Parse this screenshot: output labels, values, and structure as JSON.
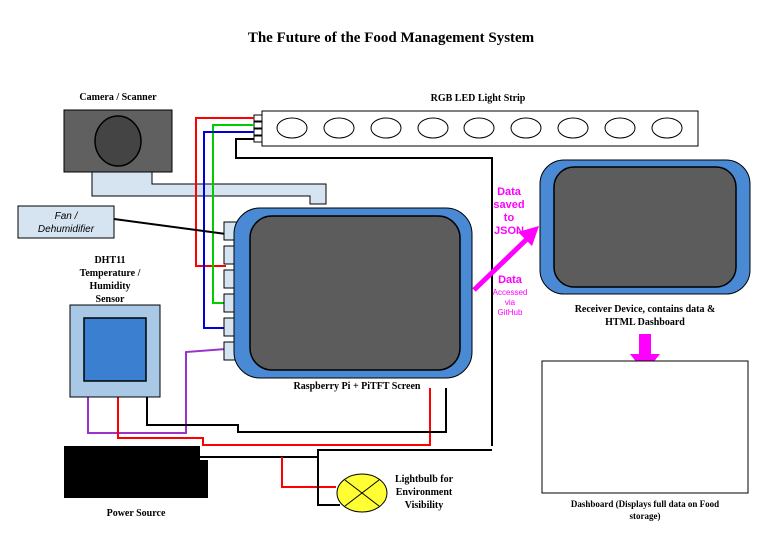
{
  "title": "The Future of the Food Management System",
  "labels": {
    "camera": "Camera / Scanner",
    "led_strip": "RGB LED Light Strip",
    "fan_line1": "Fan /",
    "fan_line2": "Dehumidifier",
    "dht_line1": "DHT11",
    "dht_line2": "Temperature /",
    "dht_line3": "Humidity",
    "dht_line4": "Sensor",
    "pi": "Raspberry Pi + PiTFT Screen",
    "receiver_line1": "Receiver Device, contains data &",
    "receiver_line2": "HTML Dashboard",
    "power": "Power Source",
    "bulb_line1": "Lightbulb for",
    "bulb_line2": "Environment",
    "bulb_line3": "Visibility",
    "dashboard_line1": "Dashboard (Displays full data on Food",
    "dashboard_line2": "storage)"
  },
  "annotations": {
    "saved_line1": "Data",
    "saved_line2": "saved",
    "saved_line3": "to",
    "saved_line4": "JSON",
    "accessed_line1": "Data",
    "accessed_line2": "Accessed",
    "accessed_line3": "via",
    "accessed_line4": "GitHub"
  },
  "colors": {
    "annotation": "#ff00ff",
    "device_frame": "#4a8ad4",
    "screen": "#5c5c5c",
    "sensor_blue": "#3a7fd0",
    "wire_red": "#ff0000",
    "wire_green": "#00cc00",
    "wire_blue": "#0000dd",
    "wire_purple": "#9933cc",
    "wire_black": "#000000",
    "bulb": "#ffff33"
  }
}
